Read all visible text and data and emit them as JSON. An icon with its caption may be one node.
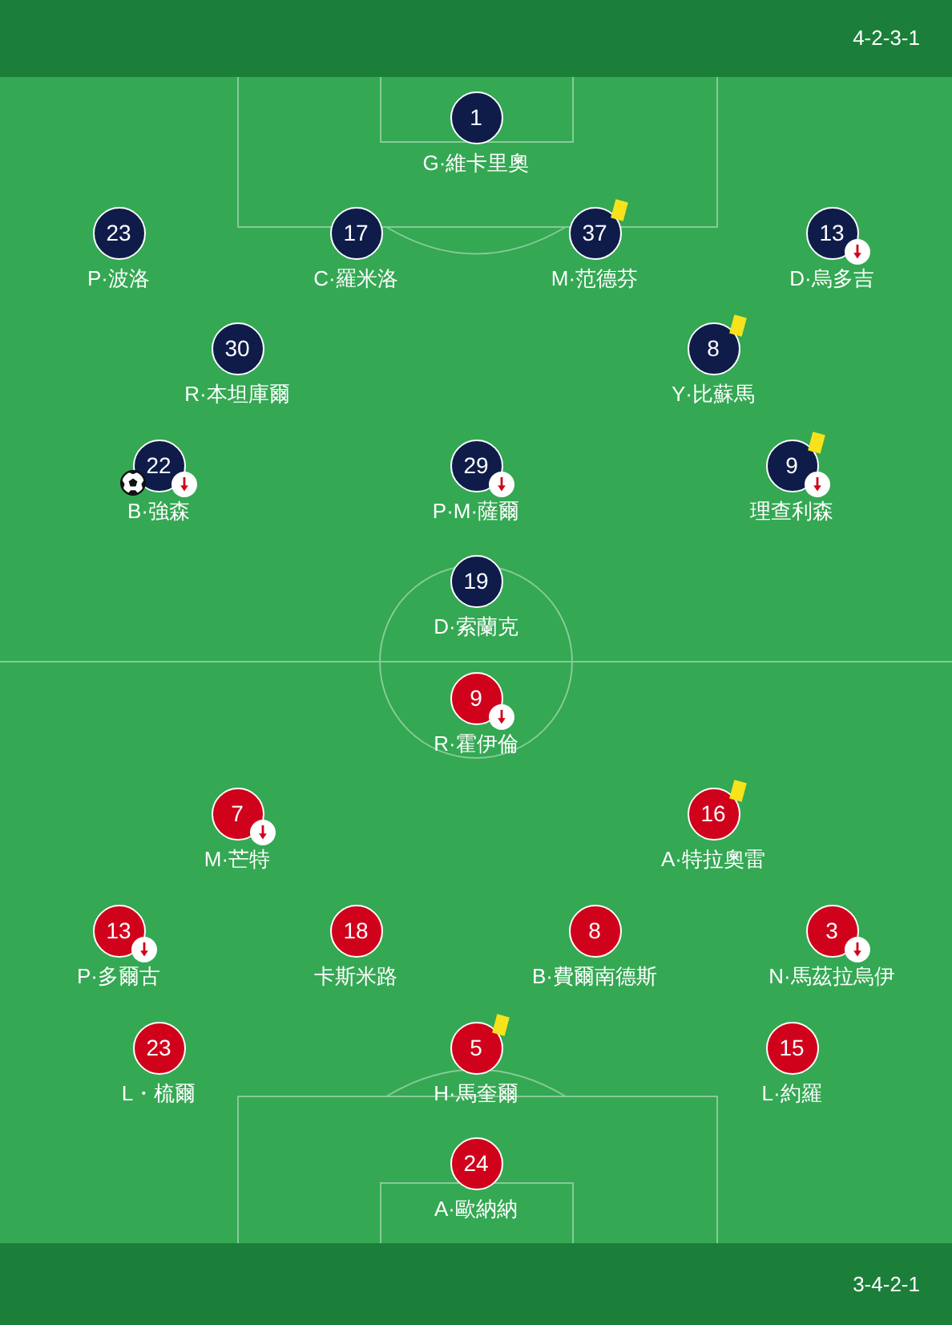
{
  "diagram": {
    "nodes": [
      {
        "text": [
          "1"
        ],
        "beside": [
          "G·維卡里奧"
        ]
      },
      {
        "text": [
          "23"
        ],
        "beside": [
          "P·波洛"
        ]
      },
      {
        "text": [
          "17"
        ],
        "beside": [
          "C·羅米洛"
        ]
      },
      {
        "text": [
          "37"
        ],
        "beside": [
          "M·范德芬"
        ]
      },
      {
        "text": [
          "13"
        ],
        "beside": [
          "D·烏多吉"
        ]
      },
      {
        "text": [
          "30"
        ],
        "beside": [
          "R·本坦庫爾"
        ]
      },
      {
        "text": [
          "8"
        ],
        "beside": [
          "Y·比蘇馬"
        ]
      },
      {
        "text": [
          "22"
        ],
        "beside": [
          "B·強森"
        ]
      },
      {
        "text": [
          "29"
        ],
        "beside": [
          "P·M·薩爾"
        ]
      },
      {
        "text": [
          "9"
        ],
        "beside": [
          "理查利森"
        ]
      },
      {
        "text": [
          "19"
        ],
        "beside": [
          "D·索蘭克"
        ]
      },
      {
        "text": [
          "9"
        ],
        "beside": [
          "R·霍伊倫"
        ]
      },
      {
        "text": [
          "7"
        ],
        "beside": [
          "M·芒特"
        ]
      },
      {
        "text": [
          "16"
        ],
        "beside": [
          "A·特拉奧雷"
        ]
      },
      {
        "text": [
          "13"
        ],
        "beside": [
          "P·多爾古"
        ]
      },
      {
        "text": [
          "18"
        ],
        "beside": [
          "卡斯米路"
        ]
      },
      {
        "text": [
          "8"
        ],
        "beside": [
          "B·費爾南德斯"
        ]
      },
      {
        "text": [
          "3"
        ],
        "beside": [
          "N·馬茲拉烏伊"
        ]
      },
      {
        "text": [
          "23"
        ],
        "beside": [
          "L・梳爾"
        ]
      },
      {
        "text": [
          "5"
        ],
        "beside": [
          "H·馬奎爾"
        ]
      },
      {
        "text": [
          "15"
        ],
        "beside": [
          "L·約羅"
        ]
      },
      {
        "text": [
          "24"
        ],
        "beside": [
          "A·歐納納"
        ]
      }
    ],
    "labels": [
      "4-2-3-1",
      "3-4-2-1"
    ]
  }
}
